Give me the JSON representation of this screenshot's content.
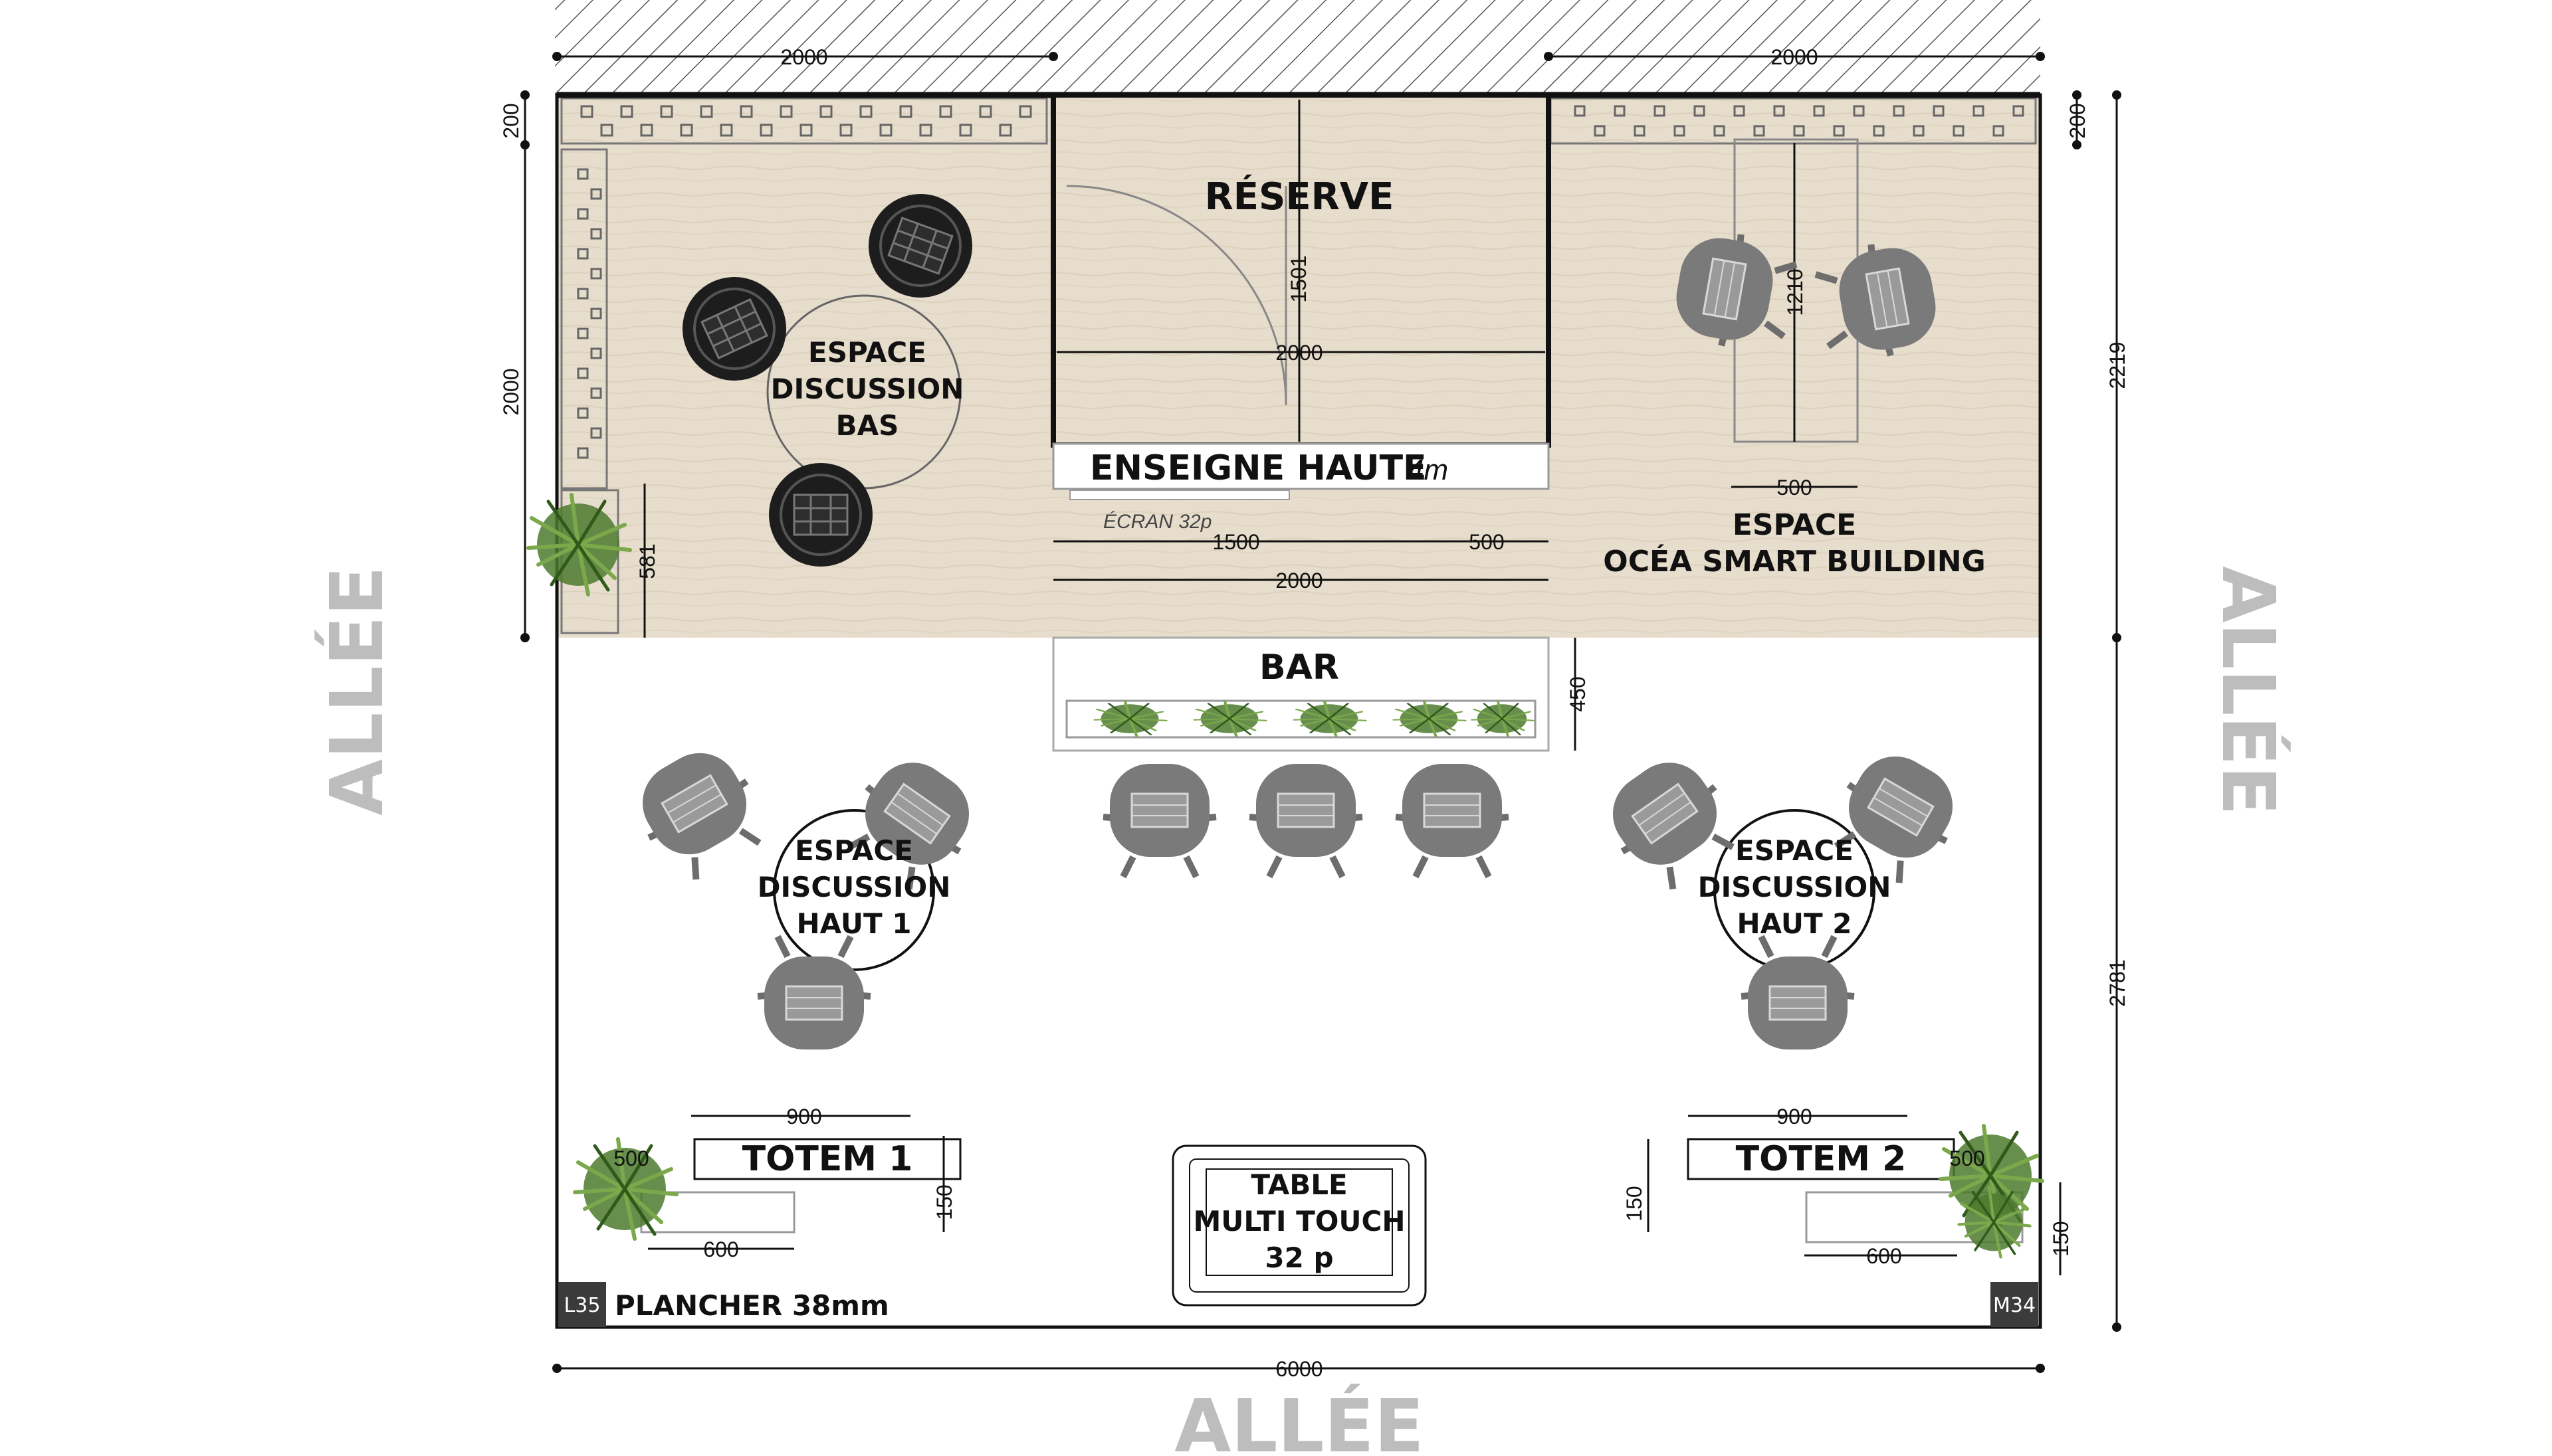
{
  "labels": {
    "reserve": "RÉSERVE",
    "espace_bas": [
      "ESPACE",
      "DISCUSSION",
      "BAS"
    ],
    "enseigne": "ENSEIGNE HAUTE",
    "enseigne_size": "4m",
    "ecran": "ÉCRAN 32p",
    "smart": [
      "ESPACE",
      "OCÉA SMART BUILDING"
    ],
    "bar": "BAR",
    "haut1": [
      "ESPACE",
      "DISCUSSION",
      "HAUT 1"
    ],
    "haut2": [
      "ESPACE",
      "DISCUSSION",
      "HAUT 2"
    ],
    "totem1": "TOTEM 1",
    "totem2": "TOTEM 2",
    "table": [
      "TABLE",
      "MULTI TOUCH",
      "32 p"
    ],
    "plancher": "PLANCHER 38mm",
    "corner_left": "L35",
    "corner_right": "M34",
    "allee": "ALLÉE"
  },
  "dimensions": {
    "top_left": "2000",
    "top_right": "2000",
    "left_200": "200",
    "right_200": "200",
    "left_2000": "2000",
    "right_2219": "2219",
    "right_2781": "2781",
    "reserve_1501": "1501",
    "reserve_2000": "2000",
    "smart_1210": "1210",
    "smart_500": "500",
    "screen_1500": "1500",
    "screen_500": "500",
    "screen_2000": "2000",
    "planter_581": "581",
    "bar_450": "450",
    "totem1_900": "900",
    "totem1_500": "500",
    "totem1_150": "150",
    "totem1_600": "600",
    "totem2_900": "900",
    "totem2_500": "500",
    "totem2_150a": "150",
    "totem2_150b": "150",
    "totem2_600": "600",
    "bottom_6000": "6000"
  },
  "colors": {
    "wood": "#e6dccb",
    "wall": "#111111",
    "chair_dark": "#1d1d1d",
    "chair_grey": "#7a7a7a",
    "allee": "#bdbdbd",
    "plant": "#5d8a3a"
  }
}
